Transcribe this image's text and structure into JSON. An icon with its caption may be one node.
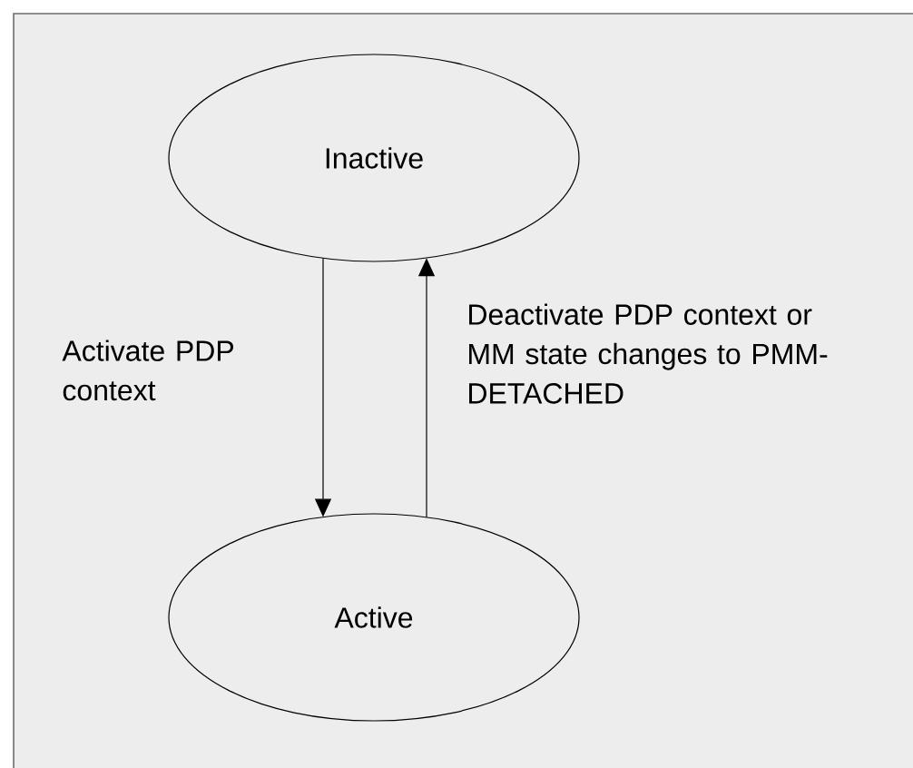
{
  "diagram": {
    "nodes": [
      {
        "text": [
          "Inactive"
        ]
      },
      {
        "text": [
          "Active"
        ]
      }
    ],
    "edges": [
      {
        "from": 0,
        "to": 1,
        "arrow": "to",
        "label": "Activate PDP context"
      },
      {
        "from": 1,
        "to": 0,
        "arrow": "to",
        "label": "Deactivate PDP context or MM state changes to PMM-DETACHED"
      }
    ]
  }
}
